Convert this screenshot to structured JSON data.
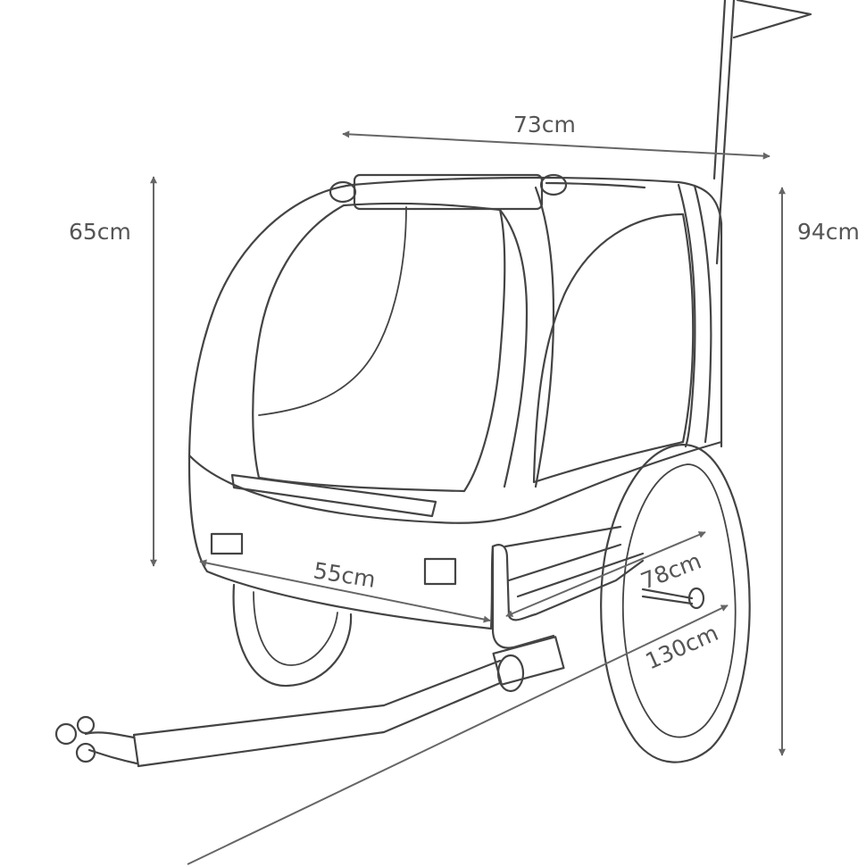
{
  "dimensions": {
    "width_top": "73cm",
    "height_body": "65cm",
    "height_total": "94cm",
    "width_inner": "55cm",
    "wheel_diameter": "78cm",
    "total_length": "130cm"
  },
  "colors": {
    "line": "#444444",
    "dimension_line": "#666666",
    "background": "#ffffff"
  }
}
